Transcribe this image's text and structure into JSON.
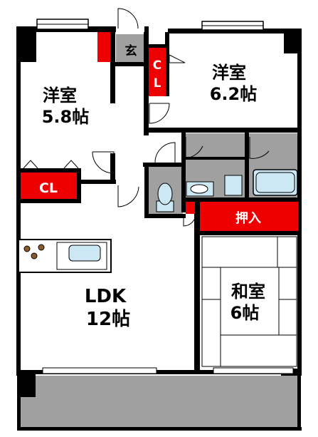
{
  "rooms": {
    "western_room_1": {
      "name": "洋室",
      "size": "5.8帖"
    },
    "western_room_2": {
      "name": "洋室",
      "size": "6.2帖"
    },
    "japanese_room": {
      "name": "和室",
      "size": "6帖"
    },
    "ldk": {
      "name": "LDK",
      "size": "12帖"
    }
  },
  "storage": {
    "closet_left": "CL",
    "closet_top_c": "C",
    "closet_top_l": "L",
    "oshiire": "押入"
  },
  "entrance": "玄",
  "colors": {
    "storage_red": "#ee0000",
    "floor_gray": "#a0a0a0",
    "wall": "#000000",
    "fixture_blue": "#cce8f4"
  }
}
